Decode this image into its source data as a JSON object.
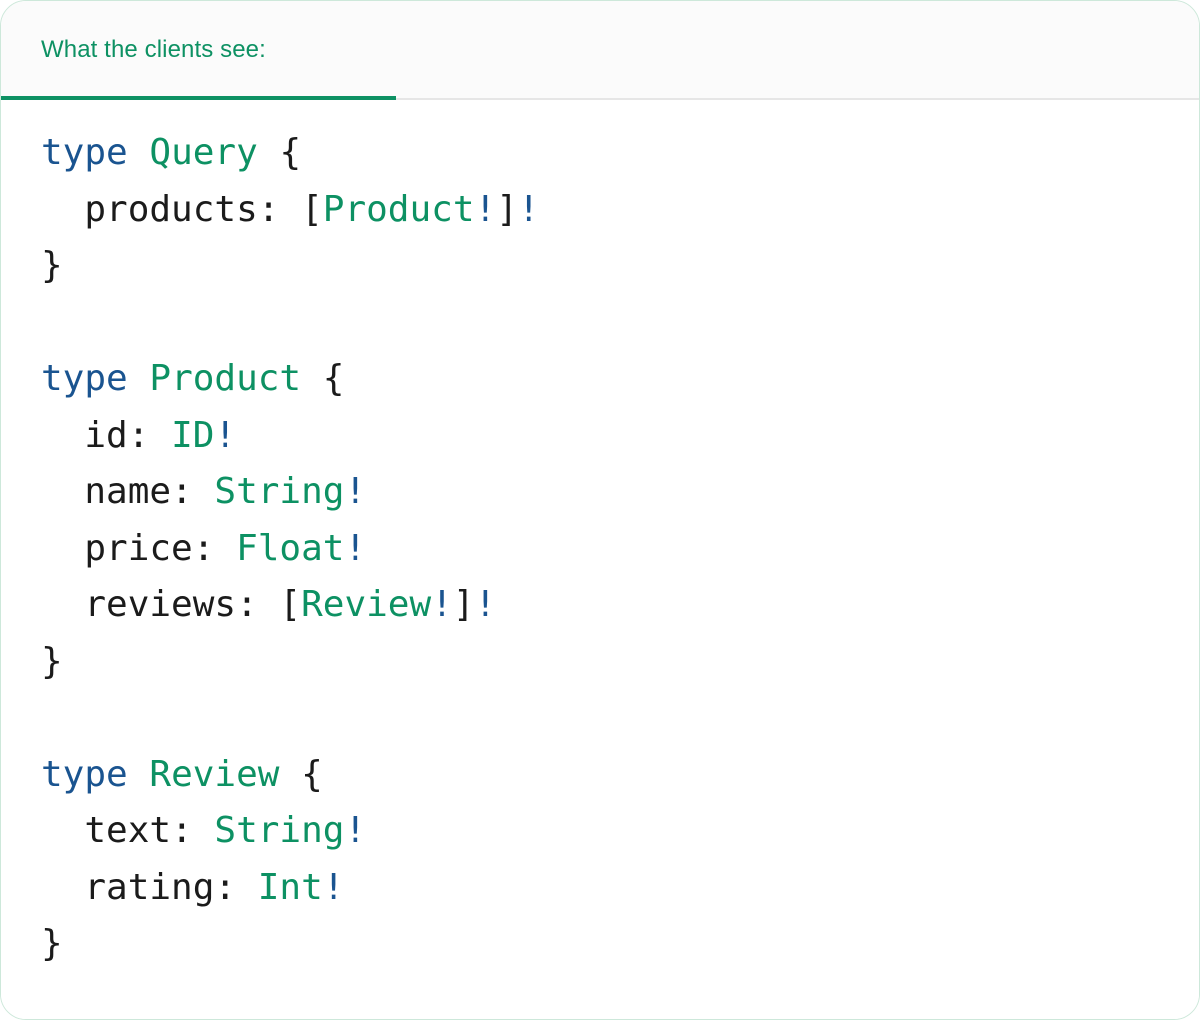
{
  "card": {
    "accent_color": "#0d9163",
    "border_color": "#cde8da",
    "header_background": "#fbfbfb",
    "body_background": "#ffffff",
    "divider_color": "#e6e6e6"
  },
  "header": {
    "tab_label": "What the clients see:",
    "tab_active": true,
    "underline_color": "#0d9163"
  },
  "code": {
    "language": "graphql",
    "colors": {
      "keyword": "#1a5490",
      "type": "#0d9163",
      "field": "#1b1b1b",
      "punctuation": "#1b1b1b",
      "non_null": "#1a5490"
    },
    "lines": [
      {
        "tokens": [
          {
            "t": "type",
            "c": "kw"
          },
          {
            "t": " ",
            "c": "punc"
          },
          {
            "t": "Query",
            "c": "type"
          },
          {
            "t": " {",
            "c": "punc"
          }
        ]
      },
      {
        "tokens": [
          {
            "t": "  products",
            "c": "field"
          },
          {
            "t": ": [",
            "c": "punc"
          },
          {
            "t": "Product",
            "c": "type"
          },
          {
            "t": "!",
            "c": "bang"
          },
          {
            "t": "]",
            "c": "punc"
          },
          {
            "t": "!",
            "c": "bang"
          }
        ]
      },
      {
        "tokens": [
          {
            "t": "}",
            "c": "punc"
          }
        ]
      },
      {
        "tokens": []
      },
      {
        "tokens": [
          {
            "t": "type",
            "c": "kw"
          },
          {
            "t": " ",
            "c": "punc"
          },
          {
            "t": "Product",
            "c": "type"
          },
          {
            "t": " {",
            "c": "punc"
          }
        ]
      },
      {
        "tokens": [
          {
            "t": "  id",
            "c": "field"
          },
          {
            "t": ": ",
            "c": "punc"
          },
          {
            "t": "ID",
            "c": "type"
          },
          {
            "t": "!",
            "c": "bang"
          }
        ]
      },
      {
        "tokens": [
          {
            "t": "  name",
            "c": "field"
          },
          {
            "t": ": ",
            "c": "punc"
          },
          {
            "t": "String",
            "c": "type"
          },
          {
            "t": "!",
            "c": "bang"
          }
        ]
      },
      {
        "tokens": [
          {
            "t": "  price",
            "c": "field"
          },
          {
            "t": ": ",
            "c": "punc"
          },
          {
            "t": "Float",
            "c": "type"
          },
          {
            "t": "!",
            "c": "bang"
          }
        ]
      },
      {
        "tokens": [
          {
            "t": "  reviews",
            "c": "field"
          },
          {
            "t": ": [",
            "c": "punc"
          },
          {
            "t": "Review",
            "c": "type"
          },
          {
            "t": "!",
            "c": "bang"
          },
          {
            "t": "]",
            "c": "punc"
          },
          {
            "t": "!",
            "c": "bang"
          }
        ]
      },
      {
        "tokens": [
          {
            "t": "}",
            "c": "punc"
          }
        ]
      },
      {
        "tokens": []
      },
      {
        "tokens": [
          {
            "t": "type",
            "c": "kw"
          },
          {
            "t": " ",
            "c": "punc"
          },
          {
            "t": "Review",
            "c": "type"
          },
          {
            "t": " {",
            "c": "punc"
          }
        ]
      },
      {
        "tokens": [
          {
            "t": "  text",
            "c": "field"
          },
          {
            "t": ": ",
            "c": "punc"
          },
          {
            "t": "String",
            "c": "type"
          },
          {
            "t": "!",
            "c": "bang"
          }
        ]
      },
      {
        "tokens": [
          {
            "t": "  rating",
            "c": "field"
          },
          {
            "t": ": ",
            "c": "punc"
          },
          {
            "t": "Int",
            "c": "type"
          },
          {
            "t": "!",
            "c": "bang"
          }
        ]
      },
      {
        "tokens": [
          {
            "t": "}",
            "c": "punc"
          }
        ]
      }
    ],
    "plain_text": "type Query {\n  products: [Product!]!\n}\n\ntype Product {\n  id: ID!\n  name: String!\n  price: Float!\n  reviews: [Review!]!\n}\n\ntype Review {\n  text: String!\n  rating: Int!\n}"
  }
}
